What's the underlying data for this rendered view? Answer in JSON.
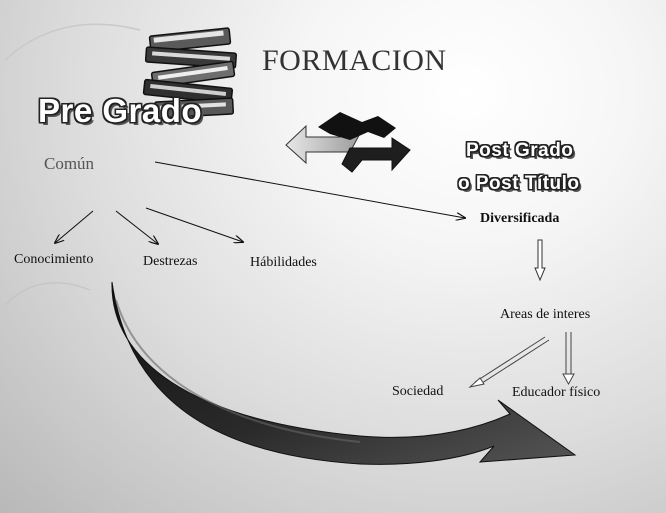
{
  "diagram": {
    "title": "FORMACION",
    "pregrado": "Pre Grado",
    "comun": "Común",
    "children_left": [
      "Conocimiento",
      "Destrezas",
      "Hábilidades"
    ],
    "postgrado_line1": "Post Grado",
    "postgrado_line2": "o Post Título",
    "diversificada": "Diversificada",
    "areas": "Areas de interes",
    "sociedad": "Sociedad",
    "educador": "Educador físico"
  },
  "icons": {
    "books": "books-stack-icon",
    "exchange": "exchange-arrows-icon",
    "curve": "curved-arrow-icon"
  }
}
